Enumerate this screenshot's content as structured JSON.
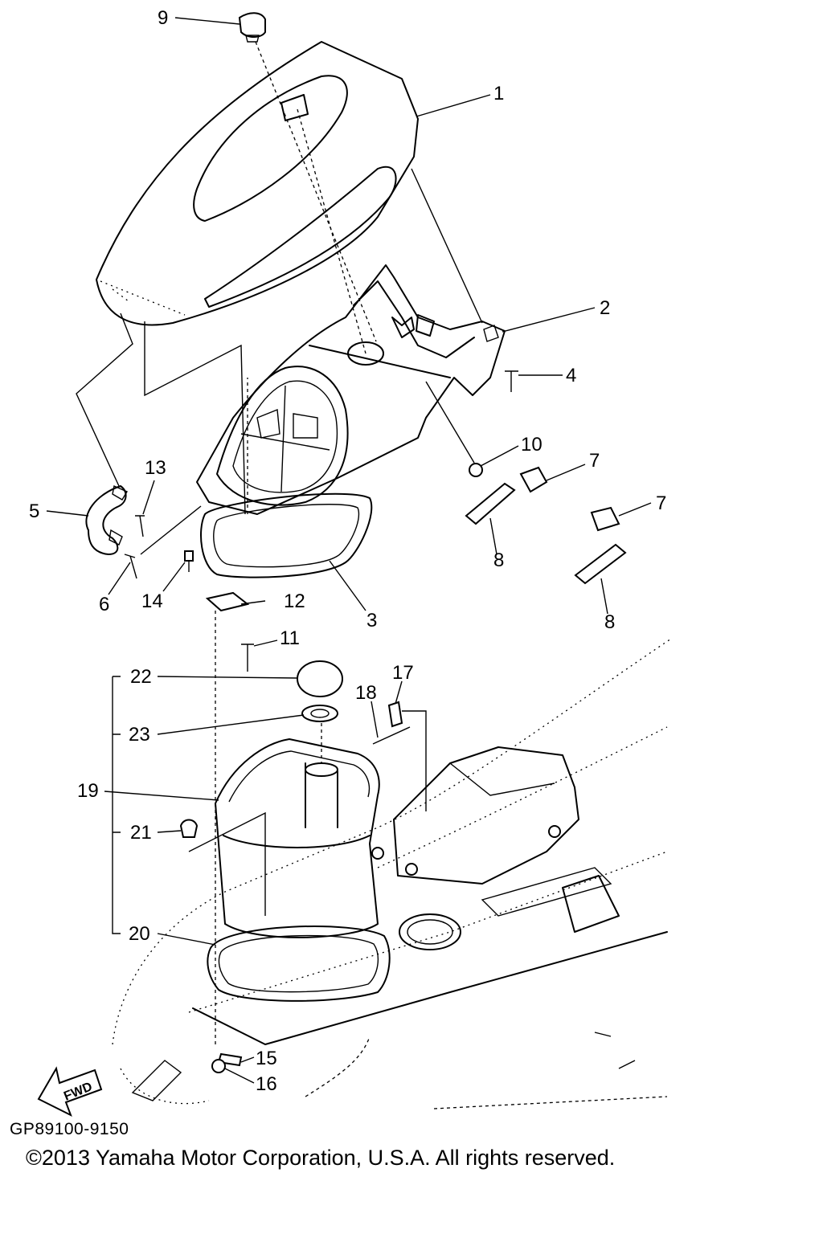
{
  "callouts": {
    "c1": "1",
    "c2": "2",
    "c3": "3",
    "c4": "4",
    "c5": "5",
    "c6": "6",
    "c7a": "7",
    "c7b": "7",
    "c8a": "8",
    "c8b": "8",
    "c9": "9",
    "c10": "10",
    "c11": "11",
    "c12": "12",
    "c13": "13",
    "c14": "14",
    "c15": "15",
    "c16": "16",
    "c17": "17",
    "c18": "18",
    "c19": "19",
    "c20": "20",
    "c21": "21",
    "c22": "22",
    "c23": "23"
  },
  "fwd_label": "FWD",
  "diagram_code": "GP89100-9150",
  "copyright": "©2013 Yamaha Motor Corporation, U.S.A. All rights reserved."
}
